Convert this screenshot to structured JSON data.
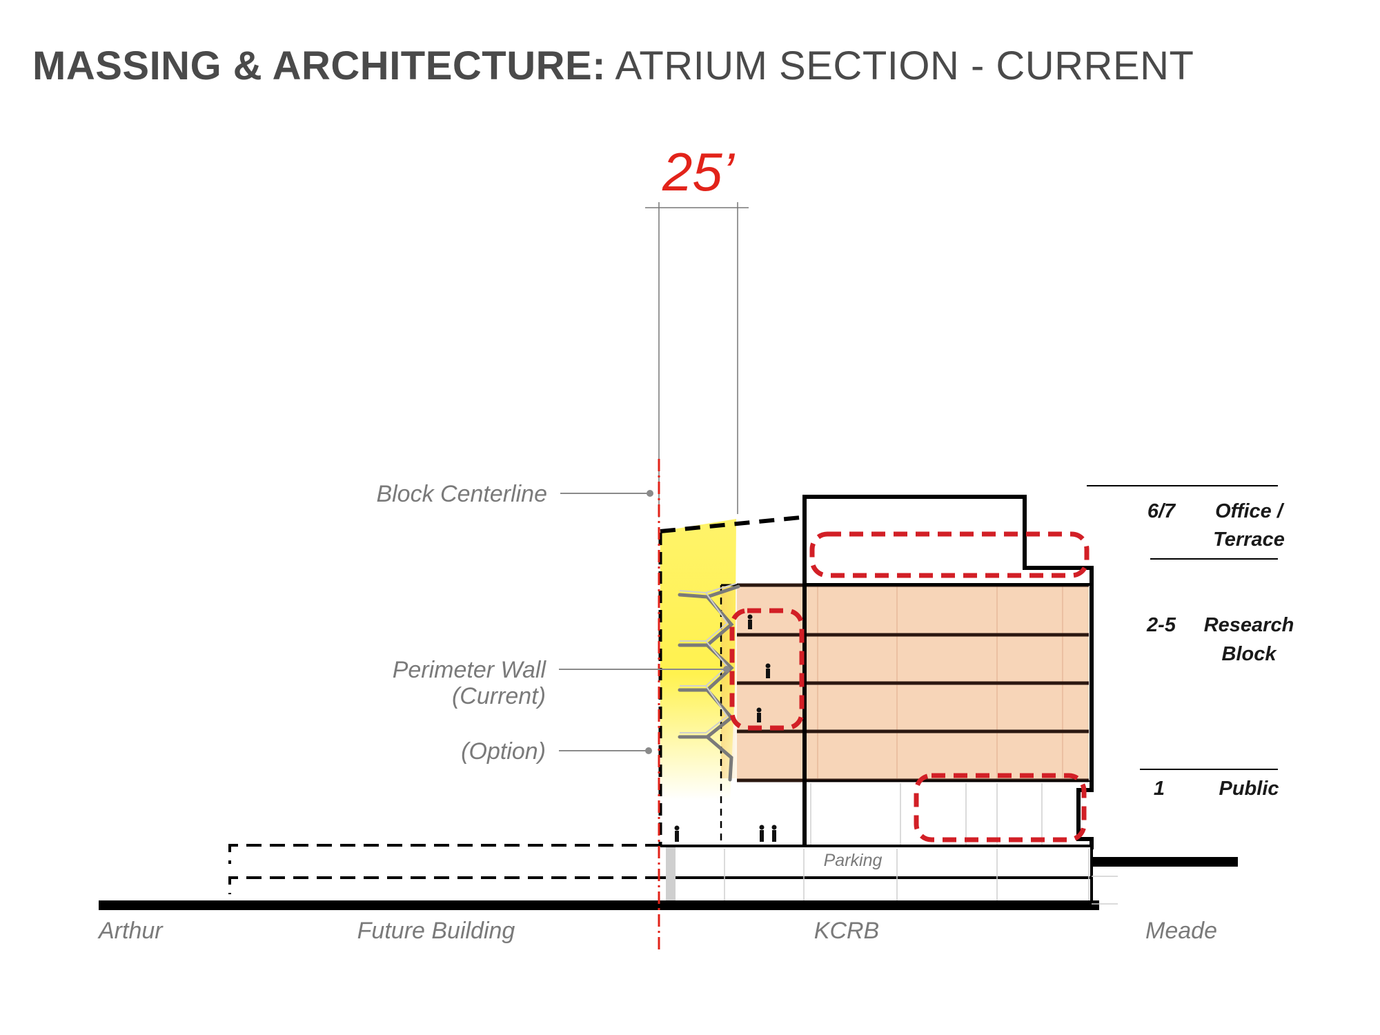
{
  "title": {
    "bold": "MASSING & ARCHITECTURE:",
    "regular": "ATRIUM SECTION - CURRENT"
  },
  "dimension": {
    "label": "25’"
  },
  "callouts": {
    "block_centerline": "Block Centerline",
    "perimeter_wall": "Perimeter Wall",
    "perimeter_wall_current": "(Current)",
    "option": "(Option)"
  },
  "levels": [
    {
      "floors": "6/7",
      "line1": "Office /",
      "line2": "Terrace"
    },
    {
      "floors": "2-5",
      "line1": "Research",
      "line2": "Block"
    },
    {
      "floors": "1",
      "line1": "Public",
      "line2": ""
    }
  ],
  "parking_label": "Parking",
  "ground_labels": {
    "arthur": "Arthur",
    "future_building": "Future Building",
    "kcrb": "KCRB",
    "meade": "Meade"
  },
  "colors": {
    "accent_red": "#e2231a",
    "dash_red": "#d21f26",
    "atrium_yellow": "#fff04a",
    "research_fill": "#f7d5b8",
    "label_gray": "#7a7a7a",
    "title_gray": "#4a4a4a"
  }
}
